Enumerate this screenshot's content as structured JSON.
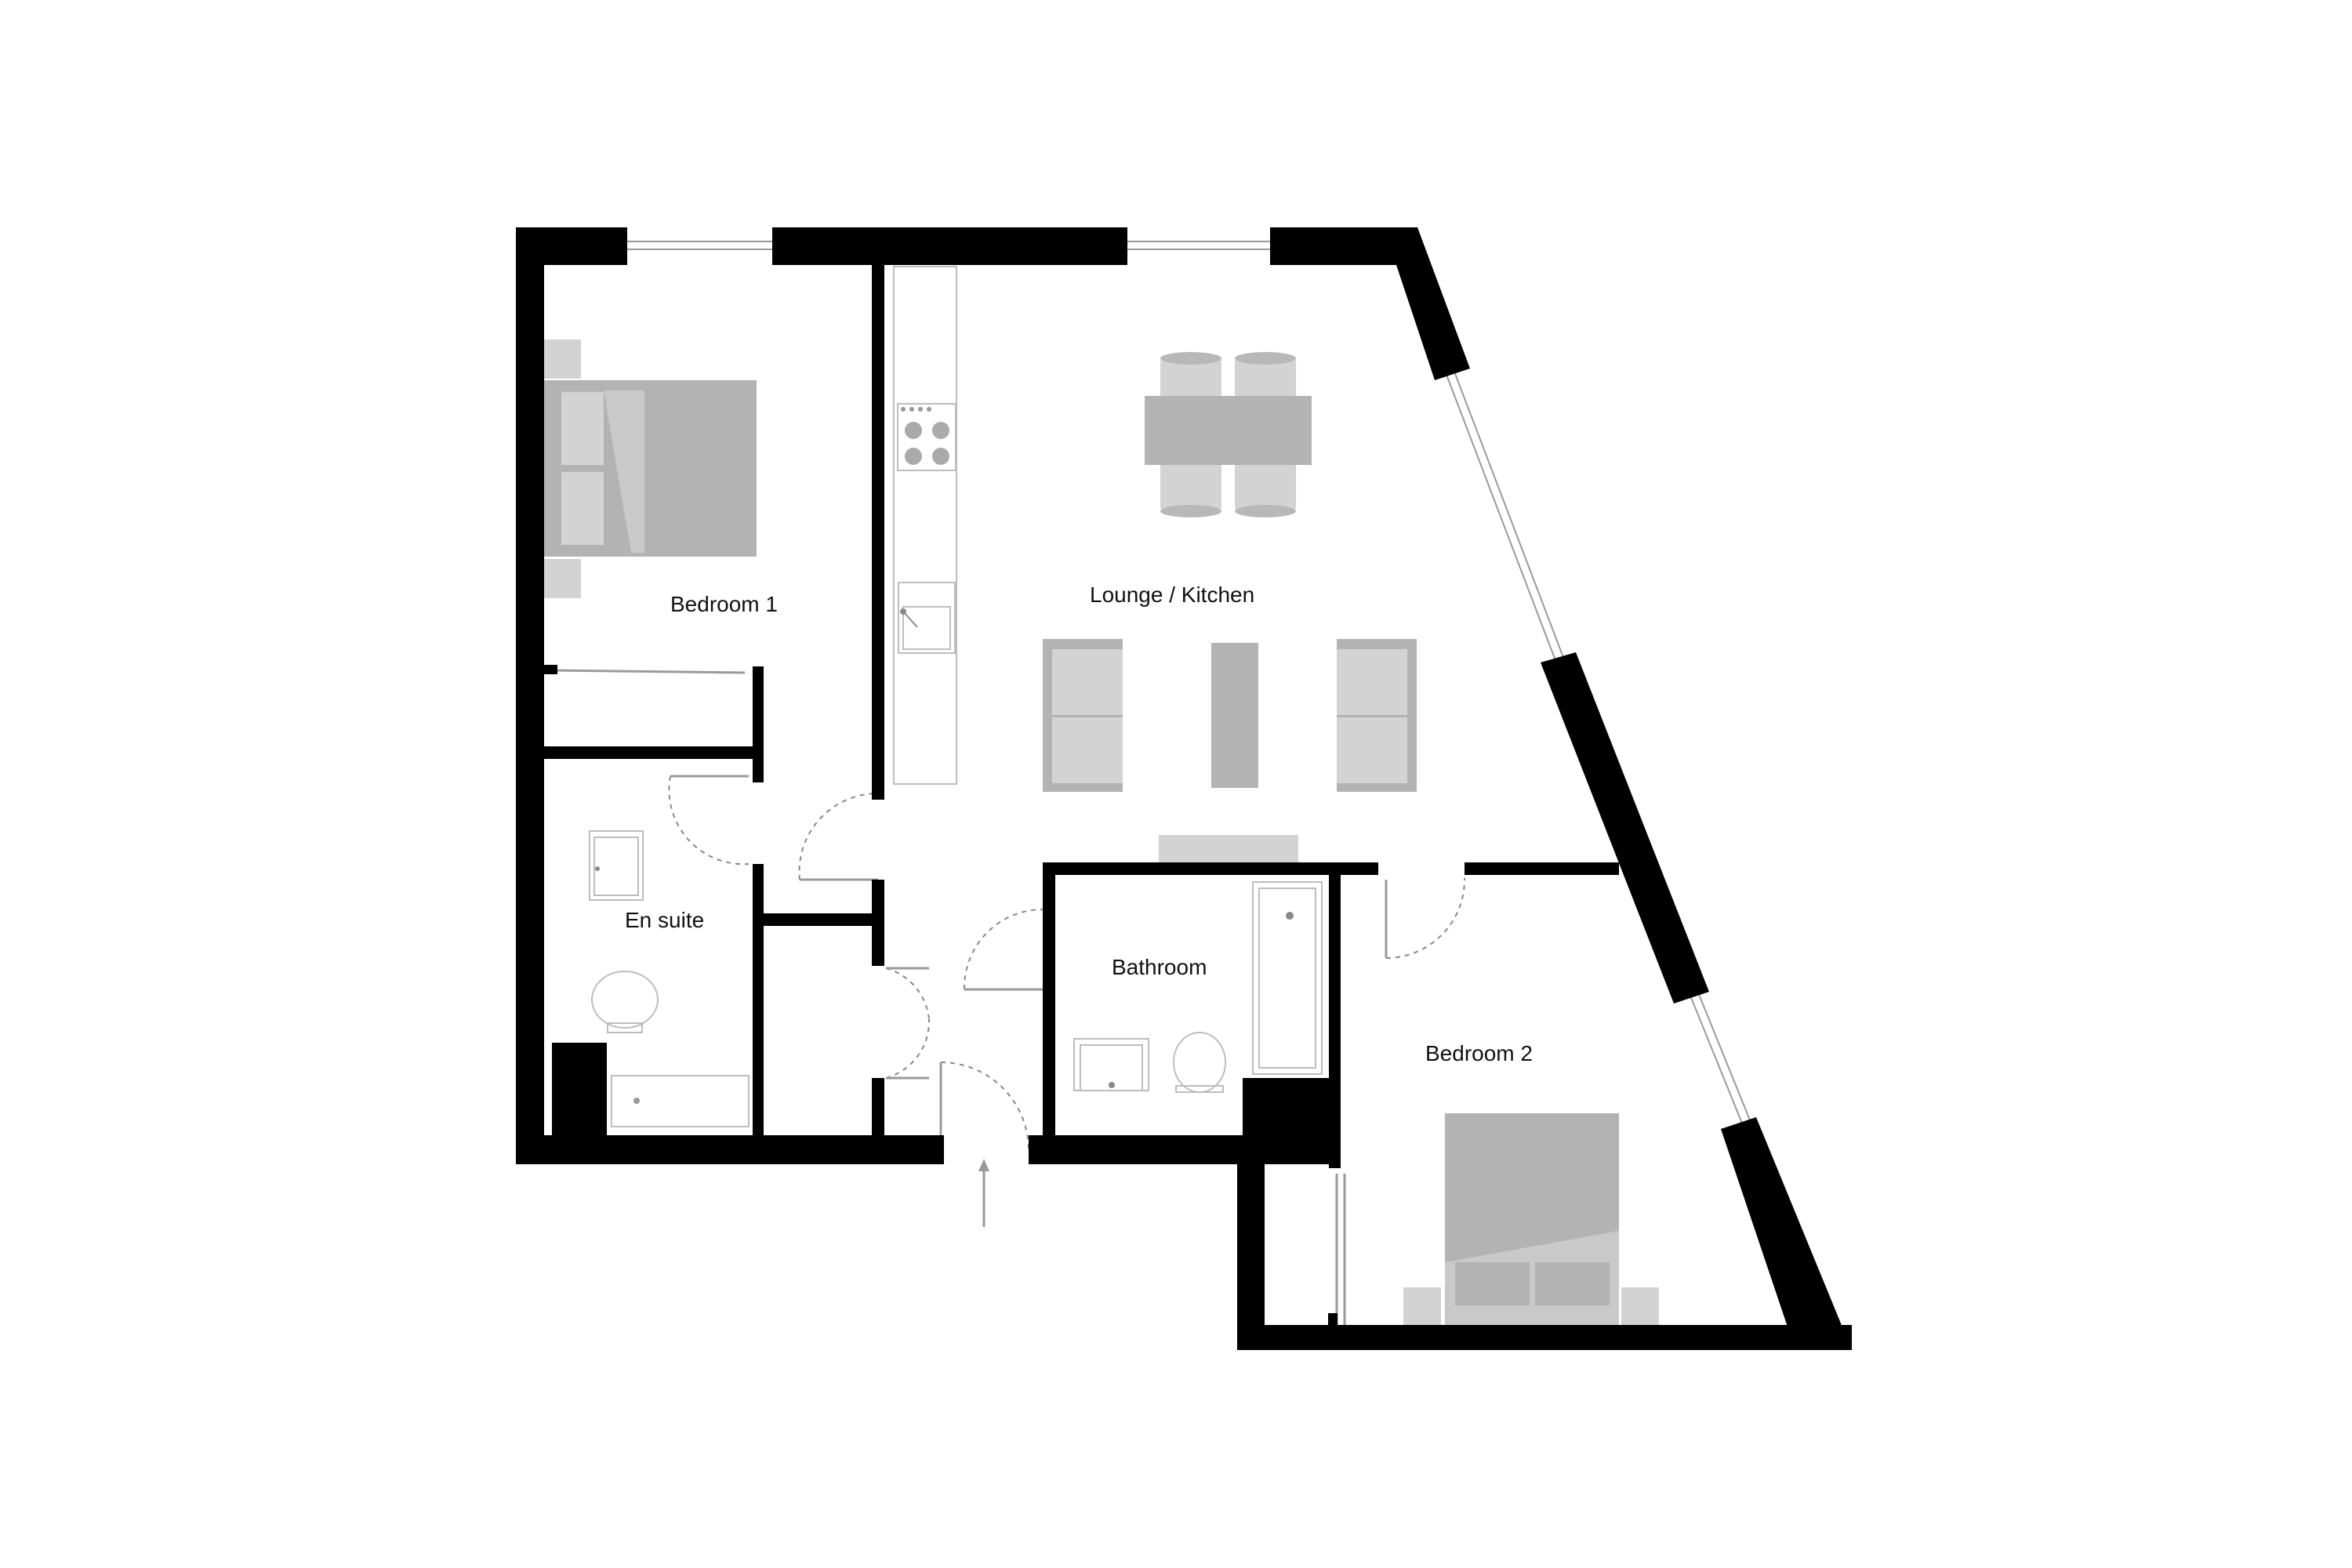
{
  "rooms": {
    "bedroom1": "Bedroom 1",
    "lounge_kitchen": "Lounge / Kitchen",
    "en_suite": "En suite",
    "bathroom": "Bathroom",
    "bedroom2": "Bedroom 2"
  },
  "colors": {
    "wall": "#000000",
    "furniture": "#b3b3b3",
    "background": "#ffffff"
  },
  "icons": [
    "entrance-arrow-icon"
  ]
}
